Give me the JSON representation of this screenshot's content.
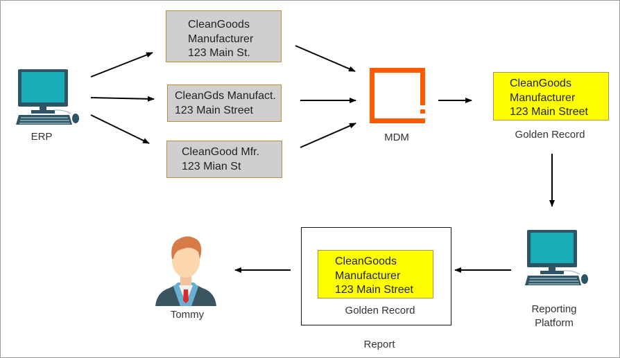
{
  "diagram": {
    "erp": {
      "label": "ERP",
      "icon": "desktop-computer-icon"
    },
    "source_records": [
      {
        "lines": [
          "CleanGoods",
          "Manufacturer",
          "123 Main St."
        ]
      },
      {
        "lines": [
          "CleanGds Manufact.",
          "123 Main Street"
        ]
      },
      {
        "lines": [
          "CleanGood Mfr.",
          "123 Mian St"
        ]
      }
    ],
    "mdm": {
      "label": "MDM",
      "icon": "mdm-logo-icon",
      "color": "#ff5a00"
    },
    "golden_record": {
      "lines": [
        "CleanGoods",
        "Manufacturer",
        "123 Main Street"
      ],
      "label": "Golden Record",
      "color": "#ffff00"
    },
    "reporting_platform": {
      "label_line1": "Reporting",
      "label_line2": "Platform",
      "icon": "desktop-computer-icon"
    },
    "report": {
      "label": "Report",
      "inner": {
        "lines": [
          "CleanGoods",
          "Manufacturer",
          "123 Main Street"
        ],
        "label": "Golden Record"
      }
    },
    "user": {
      "label": "Tommy",
      "icon": "person-avatar-icon"
    },
    "colors": {
      "source_box": "#d0cece",
      "box_border": "#b8913a",
      "screen": "#1aaeba",
      "monitor": "#2e5566"
    }
  }
}
